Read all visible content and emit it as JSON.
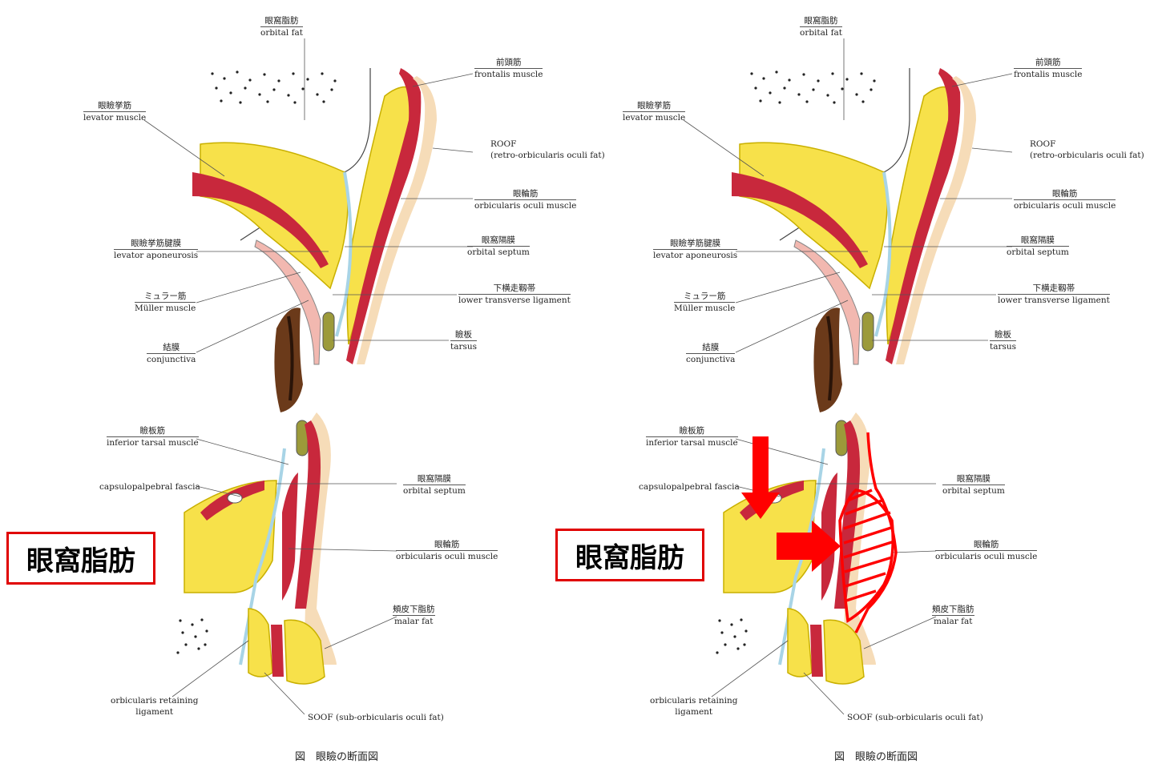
{
  "panels": [
    {
      "callout": "眼窩脂肪",
      "caption": "図　眼瞼の断面図",
      "labels": {
        "orbital_fat": {
          "ja": "眼窩脂肪",
          "en": "orbital fat"
        },
        "frontalis": {
          "ja": "前頭筋",
          "en": "frontalis muscle"
        },
        "levator": {
          "ja": "眼瞼挙筋",
          "en": "levator muscle"
        },
        "roof": {
          "ja": "ROOF",
          "en": "(retro-orbicularis oculi fat)"
        },
        "orbicularis_upper": {
          "ja": "眼輪筋",
          "en": "orbicularis oculi muscle"
        },
        "levator_apo": {
          "ja": "眼瞼挙筋腱膜",
          "en": "levator aponeurosis"
        },
        "septum_upper": {
          "ja": "眼窩隔膜",
          "en": "orbital septum"
        },
        "muller": {
          "ja": "ミュラー筋",
          "en": "Müller muscle"
        },
        "ltl": {
          "ja": "下横走靱帯",
          "en": "lower transverse ligament"
        },
        "conjunctiva": {
          "ja": "結膜",
          "en": "conjunctiva"
        },
        "tarsus": {
          "ja": "瞼板",
          "en": "tarsus"
        },
        "inf_tarsal": {
          "ja": "瞼板筋",
          "en": "inferior tarsal muscle"
        },
        "capsulo": {
          "en": "capsulopalpebral fascia"
        },
        "septum_lower": {
          "ja": "眼窩隔膜",
          "en": "orbital septum"
        },
        "orbicularis_lower": {
          "ja": "眼輪筋",
          "en": "orbicularis oculi muscle"
        },
        "malar": {
          "ja": "頬皮下脂肪",
          "en": "malar fat"
        },
        "orl": {
          "en": "orbicularis retaining",
          "en2": "ligament"
        },
        "soof": {
          "en": "SOOF (sub-orbicularis oculi fat)"
        }
      }
    },
    {
      "callout": "眼窩脂肪",
      "caption": "図　眼瞼の断面図",
      "labels": {
        "orbital_fat": {
          "ja": "眼窩脂肪",
          "en": "orbital fat"
        },
        "frontalis": {
          "ja": "前頭筋",
          "en": "frontalis muscle"
        },
        "levator": {
          "ja": "眼瞼挙筋",
          "en": "levator muscle"
        },
        "roof": {
          "ja": "ROOF",
          "en": "(retro-orbicularis oculi fat)"
        },
        "orbicularis_upper": {
          "ja": "眼輪筋",
          "en": "orbicularis oculi muscle"
        },
        "levator_apo": {
          "ja": "眼瞼挙筋腱膜",
          "en": "levator aponeurosis"
        },
        "septum_upper": {
          "ja": "眼窩隔膜",
          "en": "orbital septum"
        },
        "muller": {
          "ja": "ミュラー筋",
          "en": "Müller muscle"
        },
        "ltl": {
          "ja": "下横走靱帯",
          "en": "lower transverse ligament"
        },
        "conjunctiva": {
          "ja": "結膜",
          "en": "conjunctiva"
        },
        "tarsus": {
          "ja": "瞼板",
          "en": "tarsus"
        },
        "inf_tarsal": {
          "ja": "瞼板筋",
          "en": "inferior tarsal muscle"
        },
        "capsulo": {
          "en": "capsulopalpebral fascia"
        },
        "septum_lower": {
          "ja": "眼窩隔膜",
          "en": "orbital septum"
        },
        "orbicularis_lower": {
          "ja": "眼輪筋",
          "en": "orbicularis oculi muscle"
        },
        "malar": {
          "ja": "頬皮下脂肪",
          "en": "malar fat"
        },
        "orl": {
          "en": "orbicularis retaining",
          "en2": "ligament"
        },
        "soof": {
          "en": "SOOF (sub-orbicularis oculi fat)"
        }
      }
    }
  ],
  "colors": {
    "fat": "#f7e14a",
    "fat_edge": "#c9b000",
    "muscle": "#c8283c",
    "septum": "#a8d4e6",
    "skin": "#f6dcb8",
    "annotation": "#ff0000"
  }
}
